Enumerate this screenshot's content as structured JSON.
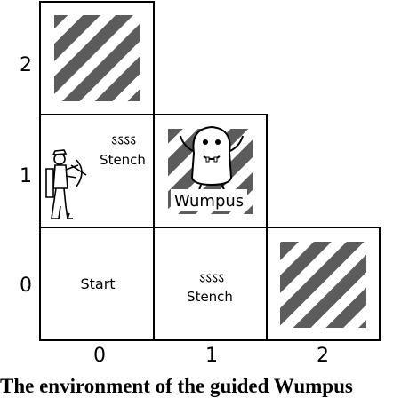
{
  "grid": {
    "row_labels": [
      "2",
      "1",
      "0"
    ],
    "col_labels": [
      "0",
      "1",
      "2"
    ]
  },
  "cells": {
    "start": {
      "label": "Start"
    },
    "stench_left": {
      "label": "Stench",
      "marks": "ऽऽऽऽ"
    },
    "stench_right": {
      "label": "Stench",
      "marks": "ऽऽऽऽ"
    },
    "wumpus": {
      "label": "Wumpus"
    }
  },
  "caption": "The environment of the guided Wumpus",
  "colors": {
    "stripe": "#5c5c5c",
    "border": "#000000",
    "background": "#ffffff"
  }
}
